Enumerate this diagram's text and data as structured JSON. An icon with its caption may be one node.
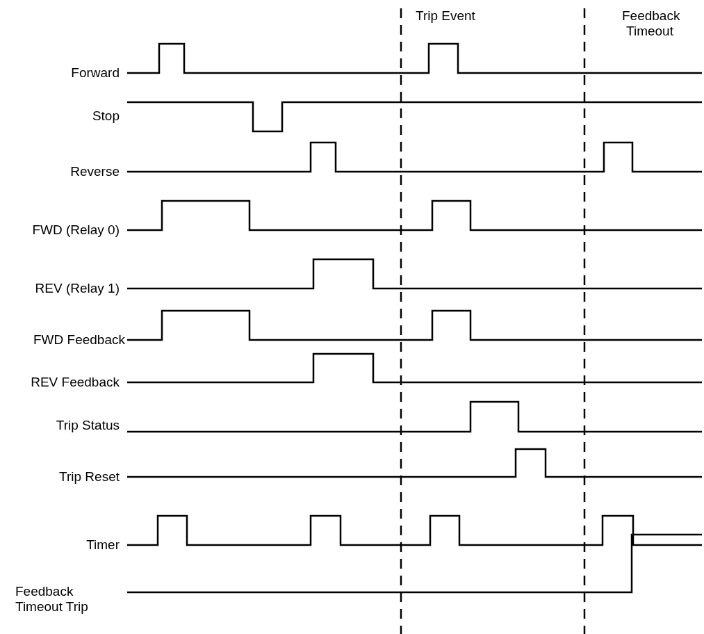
{
  "diagram": {
    "labels": [
      "Trip Event",
      "Feedback Timeout",
      "Forward",
      "Stop",
      "Reverse",
      "FWD (Relay 0)",
      "REV (Relay 1)",
      "FWD Feedback",
      "REV Feedback",
      "Trip Status",
      "Trip Reset",
      "Timer",
      "Feedback Timeout Trip"
    ]
  }
}
